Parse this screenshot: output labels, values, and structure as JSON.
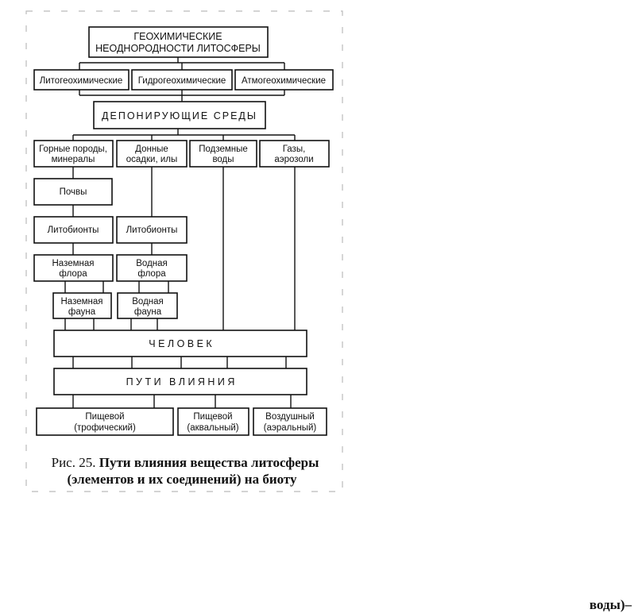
{
  "diagram": {
    "top": {
      "line1": "ГЕОХИМИЧЕСКИЕ",
      "line2": "НЕОДНОРОДНОСТИ ЛИТОСФЕРЫ"
    },
    "types": [
      "Литогеохимические",
      "Гидрогеохимические",
      "Атмогеохимические"
    ],
    "media": "ДЕПОНИРУЮЩИЕ СРЕДЫ",
    "col1": {
      "line1": "Горные породы,",
      "line2": "минералы"
    },
    "col2": {
      "line1": "Донные",
      "line2": "осадки, илы"
    },
    "col3": {
      "line1": "Подземные",
      "line2": "воды"
    },
    "col4": {
      "line1": "Газы,",
      "line2": "аэрозоли"
    },
    "soil": "Почвы",
    "lithobionts_left": "Литобионты",
    "lithobionts_right": "Литобионты",
    "land_flora": {
      "line1": "Наземная",
      "line2": "флора"
    },
    "water_flora": {
      "line1": "Водная",
      "line2": "флора"
    },
    "land_fauna": {
      "line1": "Наземная",
      "line2": "фауна"
    },
    "water_fauna": {
      "line1": "Водная",
      "line2": "фауна"
    },
    "human": "Ч Е Л О В Е К",
    "paths": "П У Т И   В Л И Я Н И Я",
    "out1": {
      "line1": "Пищевой",
      "line2": "(трофический)"
    },
    "out2": {
      "line1": "Пищевой",
      "line2": "(аквальный)"
    },
    "out3": {
      "line1": "Воздушный",
      "line2": "(аэральный)"
    }
  },
  "caption": {
    "prefix": "Рис. 25. ",
    "bold1": "Пути влияния вещества литосферы",
    "bold2": "(элементов и их соединений) на биоту"
  },
  "stray_text": "воды)–"
}
